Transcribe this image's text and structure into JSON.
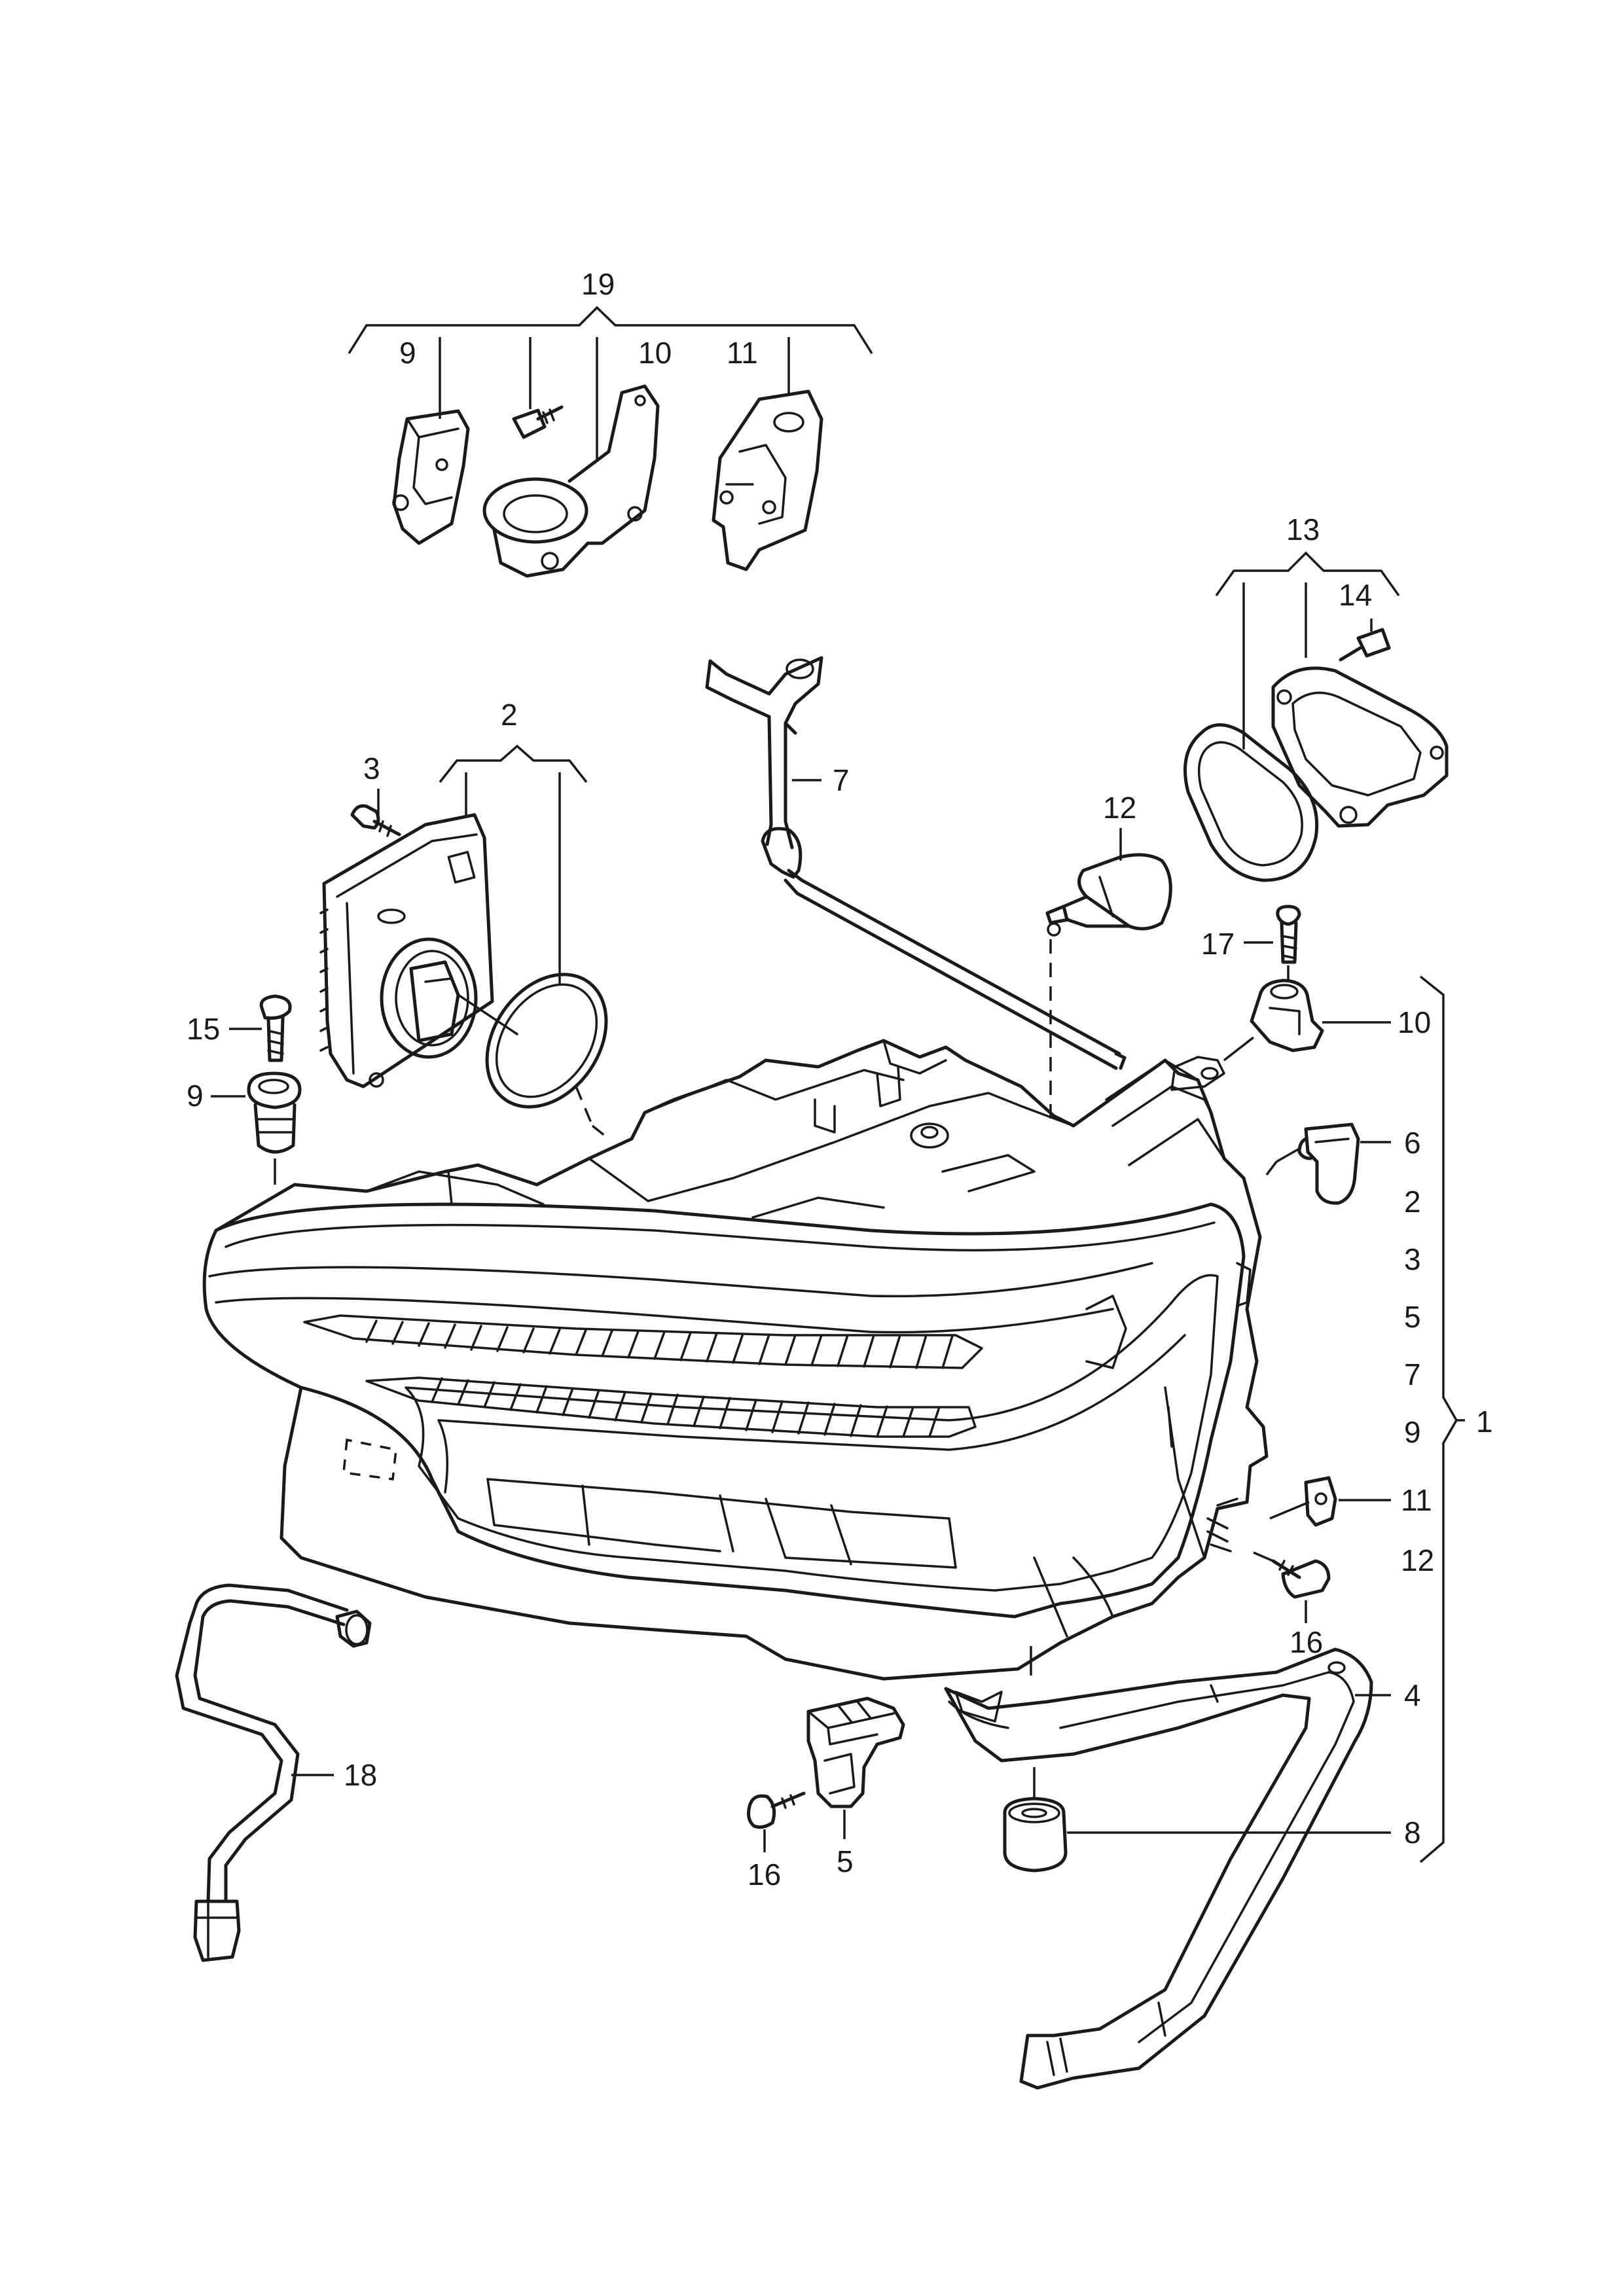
{
  "callouts": {
    "c1": "1",
    "c2": "2",
    "c3": "3",
    "c4": "4",
    "c5": "5",
    "c6": "6",
    "c7": "7",
    "c8": "8",
    "c9a": "9",
    "c9b": "9",
    "c10a": "10",
    "c10b": "10",
    "c11a": "11",
    "c11b": "11",
    "c12": "12",
    "c13": "13",
    "c14": "14",
    "c15": "15",
    "c16a": "16",
    "c16b": "16",
    "c17": "17",
    "c18": "18",
    "c19": "19"
  },
  "kit_list": [
    "2",
    "3",
    "5",
    "7",
    "9",
    "12"
  ]
}
